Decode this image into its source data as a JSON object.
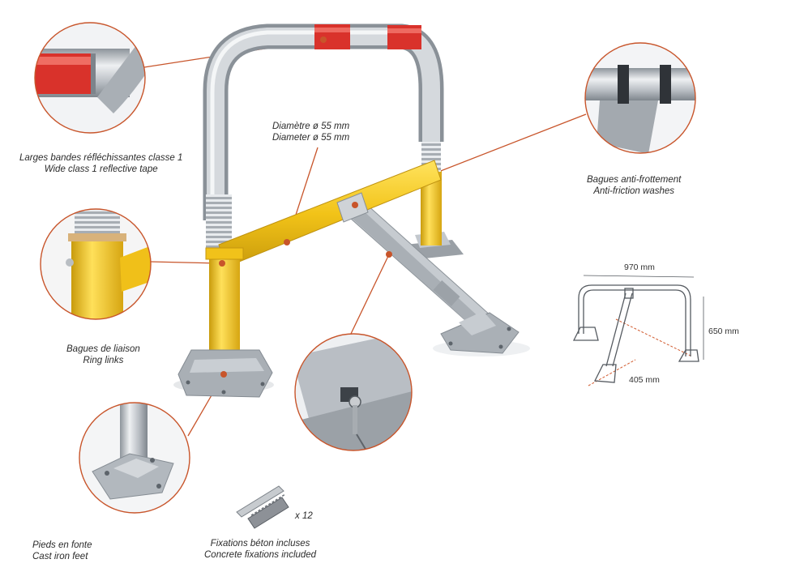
{
  "labels": {
    "reflective_tape": {
      "fr": "Larges bandes réfléchissantes classe 1",
      "en": "Wide class 1 reflective tape"
    },
    "diameter": {
      "fr": "Diamètre ø 55 mm",
      "en": "Diameter ø 55 mm"
    },
    "washers": {
      "fr": "Bagues anti-frottement",
      "en": "Anti-friction washes"
    },
    "ring_links": {
      "fr": "Bagues de liaison",
      "en": "Ring links"
    },
    "feet": {
      "fr": "Pieds en fonte",
      "en": "Cast iron feet"
    },
    "fixations": {
      "fr": "Fixations béton incluses",
      "en": "Concrete fixations included",
      "qty": "x 12"
    }
  },
  "dimensions": {
    "width": "970 mm",
    "height": "650 mm",
    "depth": "405 mm"
  },
  "colors": {
    "yellow": "#f2c318",
    "red": "#d9322b",
    "callout": "#c8552b",
    "steel": "#b7bcc2"
  }
}
